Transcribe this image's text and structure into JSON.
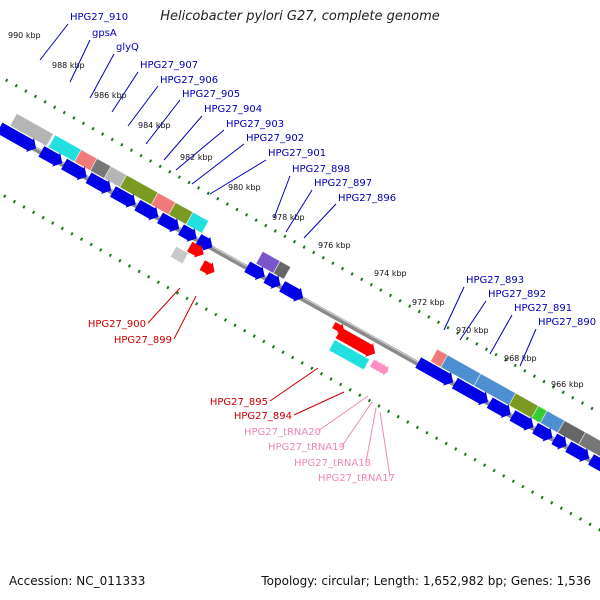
{
  "title": "Helicobacter pylori G27, complete genome",
  "footer": {
    "accession": "Accession: NC_011333",
    "stats": "Topology: circular; Length: 1,652,982 bp; Genes: 1,536"
  },
  "colors": {
    "cds": "#0000e6",
    "rna": "#ff0000",
    "trna": "#ff8fc0",
    "backbone": "#888888",
    "tick": "#1a7a1a",
    "label_fwd": "#0000bb",
    "label_rev": "#cc0000",
    "label_trna": "#ee88bb"
  },
  "kbp_labels": [
    "990 kbp",
    "988 kbp",
    "986 kbp",
    "984 kbp",
    "982 kbp",
    "980 kbp",
    "978 kbp",
    "976 kbp",
    "974 kbp",
    "972 kbp",
    "970 kbp",
    "968 kbp",
    "966 kbp"
  ],
  "forward_genes": [
    "HPG27_910",
    "gpsA",
    "glyQ",
    "HPG27_907",
    "HPG27_906",
    "HPG27_905",
    "HPG27_904",
    "HPG27_903",
    "HPG27_902",
    "HPG27_901",
    "HPG27_898",
    "HPG27_897",
    "HPG27_896",
    "HPG27_893",
    "HPG27_892",
    "HPG27_891",
    "HPG27_890"
  ],
  "reverse_genes": [
    "HPG27_900",
    "HPG27_899",
    "HPG27_895",
    "HPG27_894"
  ],
  "trna_genes": [
    "HPG27_tRNA20",
    "HPG27_tRNA19",
    "HPG27_tRNA18",
    "HPG27_tRNA17"
  ]
}
